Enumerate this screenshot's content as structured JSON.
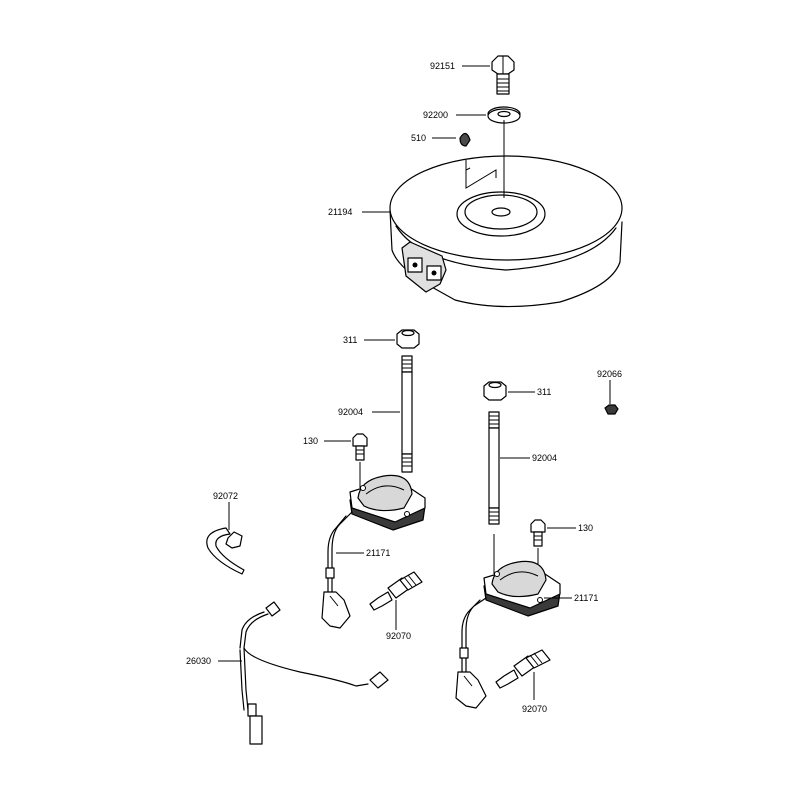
{
  "labels": {
    "bolt": "92151",
    "washer": "92200",
    "key": "510",
    "flywheel": "21194",
    "nut_left": "311",
    "nut_right": "311",
    "small_nut": "92066",
    "stud_left": "92004",
    "stud_right": "92004",
    "screw_left": "130",
    "screw_right": "130",
    "clamp": "92072",
    "coil_left": "21171",
    "coil_right": "21171",
    "plug_left": "92070",
    "plug_right": "92070",
    "harness": "26030"
  },
  "colors": {
    "line": "#000000",
    "part_fill": "#ffffff",
    "shade": "#c8c8c8",
    "dark": "#5a5a5a"
  }
}
